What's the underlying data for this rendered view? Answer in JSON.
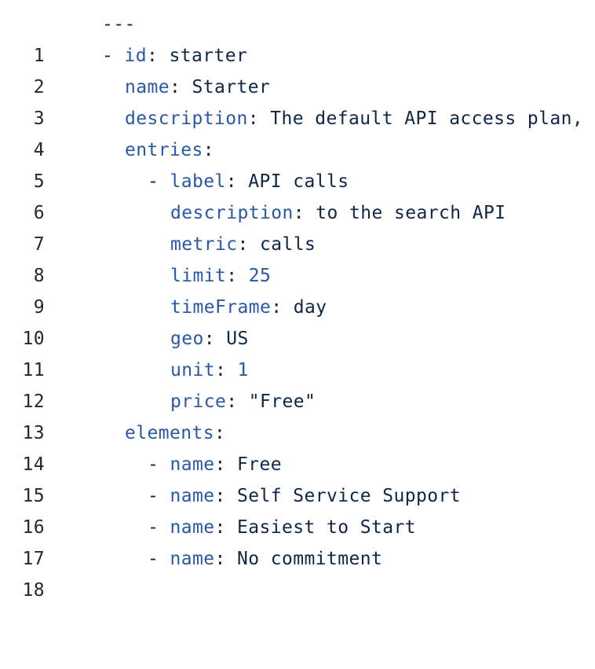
{
  "colors": {
    "key": "#2a58a8",
    "value": "#0f2747",
    "number": "#2a58a8",
    "line_number": "#24292f",
    "background": "#ffffff"
  },
  "lines": [
    {
      "n": "1",
      "text": "---"
    },
    {
      "n": "2",
      "dash": "- ",
      "key": "id",
      "sep": ": ",
      "value": "starter"
    },
    {
      "n": "3",
      "key": "name",
      "sep": ": ",
      "value": "Starter"
    },
    {
      "n": "4",
      "key": "description",
      "sep": ": ",
      "value": "The default API access plan,"
    },
    {
      "n": "5",
      "key": "entries",
      "sep": ":"
    },
    {
      "n": "6",
      "dash": "- ",
      "key": "label",
      "sep": ": ",
      "value": "API calls"
    },
    {
      "n": "7",
      "key": "description",
      "sep": ": ",
      "value": "to the search API"
    },
    {
      "n": "8",
      "key": "metric",
      "sep": ": ",
      "value": "calls"
    },
    {
      "n": "9",
      "key": "limit",
      "sep": ": ",
      "number": "25"
    },
    {
      "n": "10",
      "key": "timeFrame",
      "sep": ": ",
      "value": "day"
    },
    {
      "n": "11",
      "key": "geo",
      "sep": ": ",
      "value": "US"
    },
    {
      "n": "12",
      "key": "unit",
      "sep": ": ",
      "number": "1"
    },
    {
      "n": "13",
      "key": "price",
      "sep": ": ",
      "value": "\"Free\""
    },
    {
      "n": "14",
      "key": "elements",
      "sep": ":"
    },
    {
      "n": "15",
      "dash": "- ",
      "key": "name",
      "sep": ": ",
      "value": "Free"
    },
    {
      "n": "16",
      "dash": "- ",
      "key": "name",
      "sep": ": ",
      "value": "Self Service Support"
    },
    {
      "n": "17",
      "dash": "- ",
      "key": "name",
      "sep": ": ",
      "value": "Easiest to Start"
    },
    {
      "n": "18",
      "dash": "- ",
      "key": "name",
      "sep": ": ",
      "value": "No commitment"
    }
  ]
}
